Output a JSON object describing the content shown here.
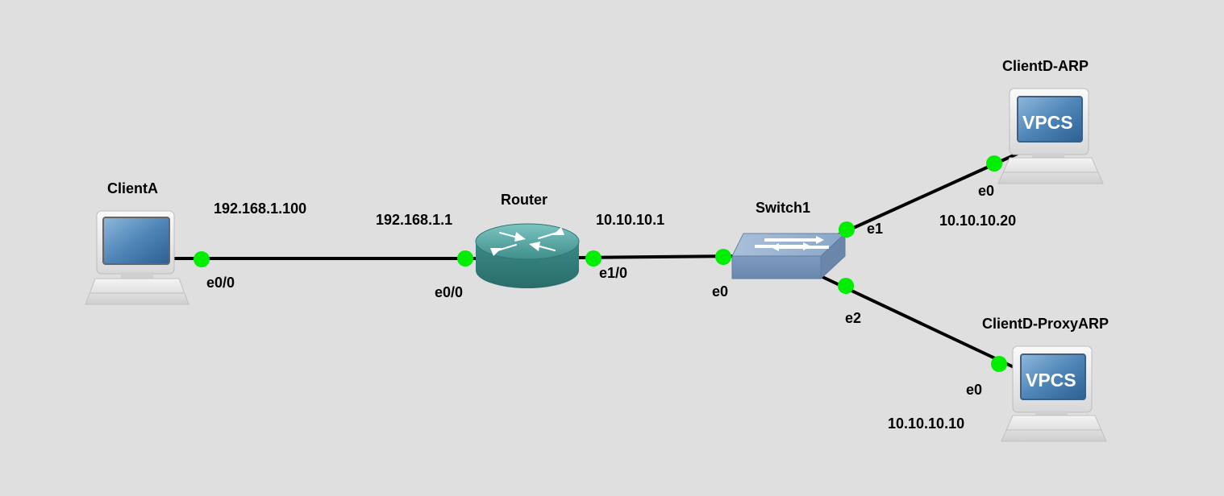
{
  "colors": {
    "background": "#dfdfdf",
    "link": "#000000",
    "port_up": "#00ee00",
    "router": "#3f8f8f",
    "switch": "#7f9fc0"
  },
  "nodes": {
    "client_a": {
      "name": "ClientA",
      "icon": "computer-icon"
    },
    "router": {
      "name": "Router",
      "icon": "router-icon"
    },
    "switch1": {
      "name": "Switch1",
      "icon": "switch-icon"
    },
    "client_d_arp": {
      "name": "ClientD-ARP",
      "icon": "vpcs-icon",
      "badge": "VPCS"
    },
    "client_d_proxyarp": {
      "name": "ClientD-ProxyARP",
      "icon": "vpcs-icon",
      "badge": "VPCS"
    }
  },
  "links": [
    {
      "from": "ClientA",
      "to": "Router",
      "a_port": "e0/0",
      "a_ip": "192.168.1.100",
      "b_port": "e0/0",
      "b_ip": "192.168.1.1"
    },
    {
      "from": "Router",
      "to": "Switch1",
      "a_port": "e1/0",
      "a_ip": "10.10.10.1",
      "b_port": "e0"
    },
    {
      "from": "Switch1",
      "to": "ClientD-ARP",
      "a_port": "e1",
      "b_port": "e0",
      "b_ip": "10.10.10.20"
    },
    {
      "from": "Switch1",
      "to": "ClientD-ProxyARP",
      "a_port": "e2",
      "b_port": "e0",
      "b_ip": "10.10.10.10"
    }
  ]
}
